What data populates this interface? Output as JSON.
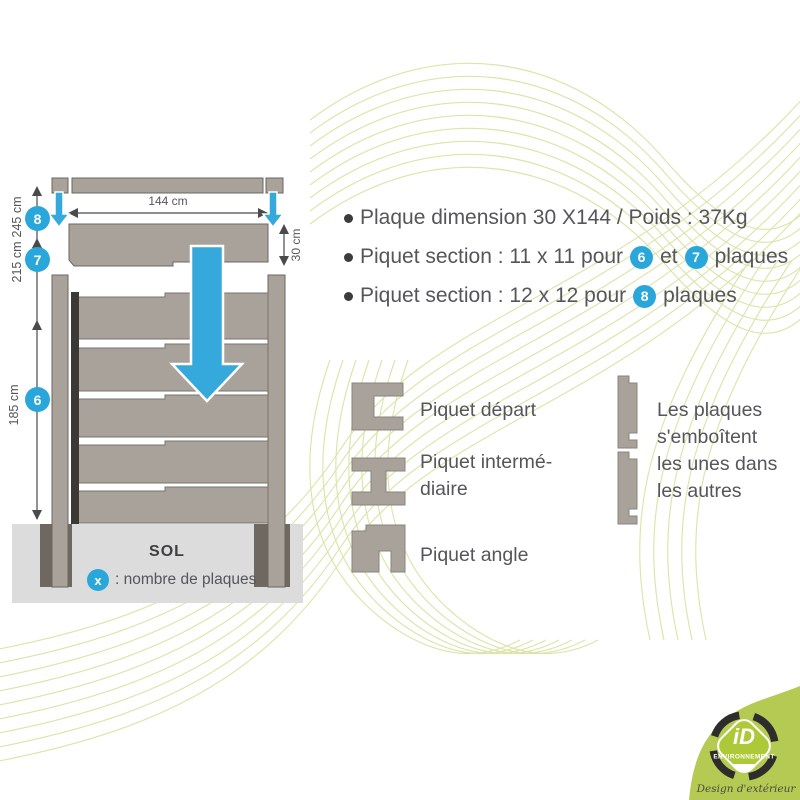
{
  "colors": {
    "accent_blue": "#35a8dc",
    "badge_blue": "#29a7da",
    "plate_gray": "#a9a29b",
    "ground_gray": "#dcdcdc",
    "footing_gray": "#6e6861",
    "curve_green": "#d9e2a2",
    "blob_green": "#b5ca52",
    "logo_green": "#aec937",
    "text_gray": "#55565a"
  },
  "fence": {
    "dim_width_label": "144 cm",
    "dim_plate_height_label": "30 cm",
    "height_labels": [
      {
        "label": "245 cm",
        "badge": "8"
      },
      {
        "label": "215 cm",
        "badge": "7"
      },
      {
        "label": "185 cm",
        "badge": "6"
      }
    ],
    "ground_label": "SOL",
    "legend": {
      "badge": "x",
      "text": ": nombre de plaques"
    }
  },
  "specs": [
    {
      "text": "Plaque dimension 30 X144 / Poids : 37Kg"
    },
    {
      "pre": "Piquet section : 11 x 11 pour",
      "badge1": "6",
      "mid": "et",
      "badge2": "7",
      "post": "plaques"
    },
    {
      "pre": "Piquet section : 12 x 12 pour",
      "badge1": "8",
      "post": "plaques"
    }
  ],
  "piquets": [
    {
      "line1": "Piquet départ",
      "line2": ""
    },
    {
      "line1": "Piquet intermé-",
      "line2": "diaire"
    },
    {
      "line1": "Piquet angle",
      "line2": ""
    }
  ],
  "emboitent": {
    "lines": [
      "Les plaques",
      "s'emboîtent",
      "les unes dans",
      "les autres"
    ]
  },
  "logo": {
    "monogram": "iD",
    "name": "ENVIRONNEMENT",
    "tagline": "Design d'extérieur"
  }
}
